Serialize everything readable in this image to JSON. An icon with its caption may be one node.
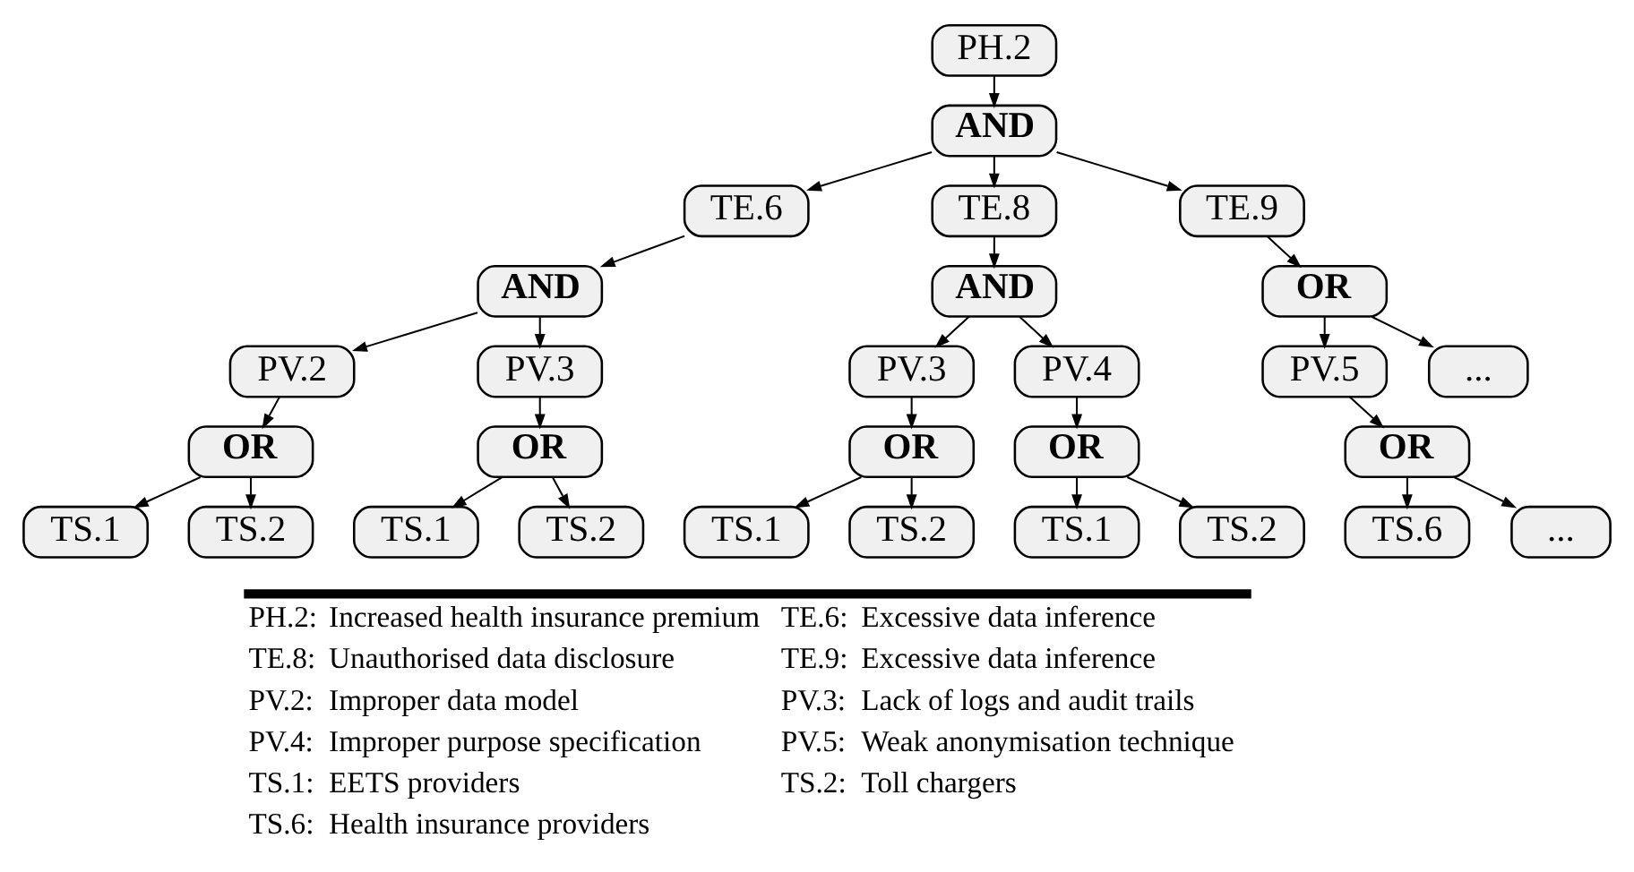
{
  "diagram": {
    "nodes": [
      {
        "text": [
          "PH.2"
        ]
      },
      {
        "text": [
          "AND"
        ]
      },
      {
        "text": [
          "TE.6"
        ]
      },
      {
        "text": [
          "TE.8"
        ]
      },
      {
        "text": [
          "TE.9"
        ]
      },
      {
        "text": [
          "AND"
        ]
      },
      {
        "text": [
          "AND"
        ]
      },
      {
        "text": [
          "OR"
        ]
      },
      {
        "text": [
          "PV.2"
        ]
      },
      {
        "text": [
          "PV.3"
        ]
      },
      {
        "text": [
          "PV.3"
        ]
      },
      {
        "text": [
          "PV.4"
        ]
      },
      {
        "text": [
          "PV.5"
        ]
      },
      {
        "text": [
          "..."
        ]
      },
      {
        "text": [
          "OR"
        ]
      },
      {
        "text": [
          "OR"
        ]
      },
      {
        "text": [
          "OR"
        ]
      },
      {
        "text": [
          "OR"
        ]
      },
      {
        "text": [
          "OR"
        ]
      },
      {
        "text": [
          "TS.1"
        ]
      },
      {
        "text": [
          "TS.2"
        ]
      },
      {
        "text": [
          "TS.1"
        ]
      },
      {
        "text": [
          "TS.2"
        ]
      },
      {
        "text": [
          "TS.1"
        ]
      },
      {
        "text": [
          "TS.2"
        ]
      },
      {
        "text": [
          "TS.1"
        ]
      },
      {
        "text": [
          "TS.2"
        ]
      },
      {
        "text": [
          "TS.6"
        ]
      },
      {
        "text": [
          "..."
        ]
      }
    ],
    "edges": [
      {
        "from": 0,
        "to": 1,
        "arrow": "to"
      },
      {
        "from": 1,
        "to": 2,
        "arrow": "to"
      },
      {
        "from": 1,
        "to": 3,
        "arrow": "to"
      },
      {
        "from": 1,
        "to": 4,
        "arrow": "to"
      },
      {
        "from": 2,
        "to": 5,
        "arrow": "to"
      },
      {
        "from": 3,
        "to": 6,
        "arrow": "to"
      },
      {
        "from": 4,
        "to": 7,
        "arrow": "to"
      },
      {
        "from": 5,
        "to": 8,
        "arrow": "to"
      },
      {
        "from": 5,
        "to": 9,
        "arrow": "to"
      },
      {
        "from": 6,
        "to": 10,
        "arrow": "to"
      },
      {
        "from": 6,
        "to": 11,
        "arrow": "to"
      },
      {
        "from": 7,
        "to": 12,
        "arrow": "to"
      },
      {
        "from": 7,
        "to": 13,
        "arrow": "to"
      },
      {
        "from": 8,
        "to": 14,
        "arrow": "to"
      },
      {
        "from": 9,
        "to": 15,
        "arrow": "to"
      },
      {
        "from": 10,
        "to": 16,
        "arrow": "to"
      },
      {
        "from": 11,
        "to": 17,
        "arrow": "to"
      },
      {
        "from": 12,
        "to": 18,
        "arrow": "to"
      },
      {
        "from": 14,
        "to": 19,
        "arrow": "to"
      },
      {
        "from": 14,
        "to": 20,
        "arrow": "to"
      },
      {
        "from": 15,
        "to": 21,
        "arrow": "to"
      },
      {
        "from": 15,
        "to": 22,
        "arrow": "to"
      },
      {
        "from": 16,
        "to": 23,
        "arrow": "to"
      },
      {
        "from": 16,
        "to": 24,
        "arrow": "to"
      },
      {
        "from": 17,
        "to": 25,
        "arrow": "to"
      },
      {
        "from": 17,
        "to": 26,
        "arrow": "to"
      },
      {
        "from": 18,
        "to": 27,
        "arrow": "to"
      },
      {
        "from": 18,
        "to": 28,
        "arrow": "to"
      }
    ],
    "labels": [
      "PH.2:",
      "Increased health insurance premium",
      "TE.6:",
      "Excessive data inference",
      "TE.8:",
      "Unauthorised data disclosure",
      "TE.9:",
      "Excessive data inference",
      "PV.2:",
      "Improper data model",
      "PV.3:",
      "Lack of logs and audit trails",
      "PV.4:",
      "Improper purpose specification",
      "PV.5:",
      "Weak anonymisation technique",
      "TS.1:",
      "EETS providers",
      "TS.2:",
      "Toll chargers",
      "TS.6:",
      "Health insurance providers"
    ]
  }
}
